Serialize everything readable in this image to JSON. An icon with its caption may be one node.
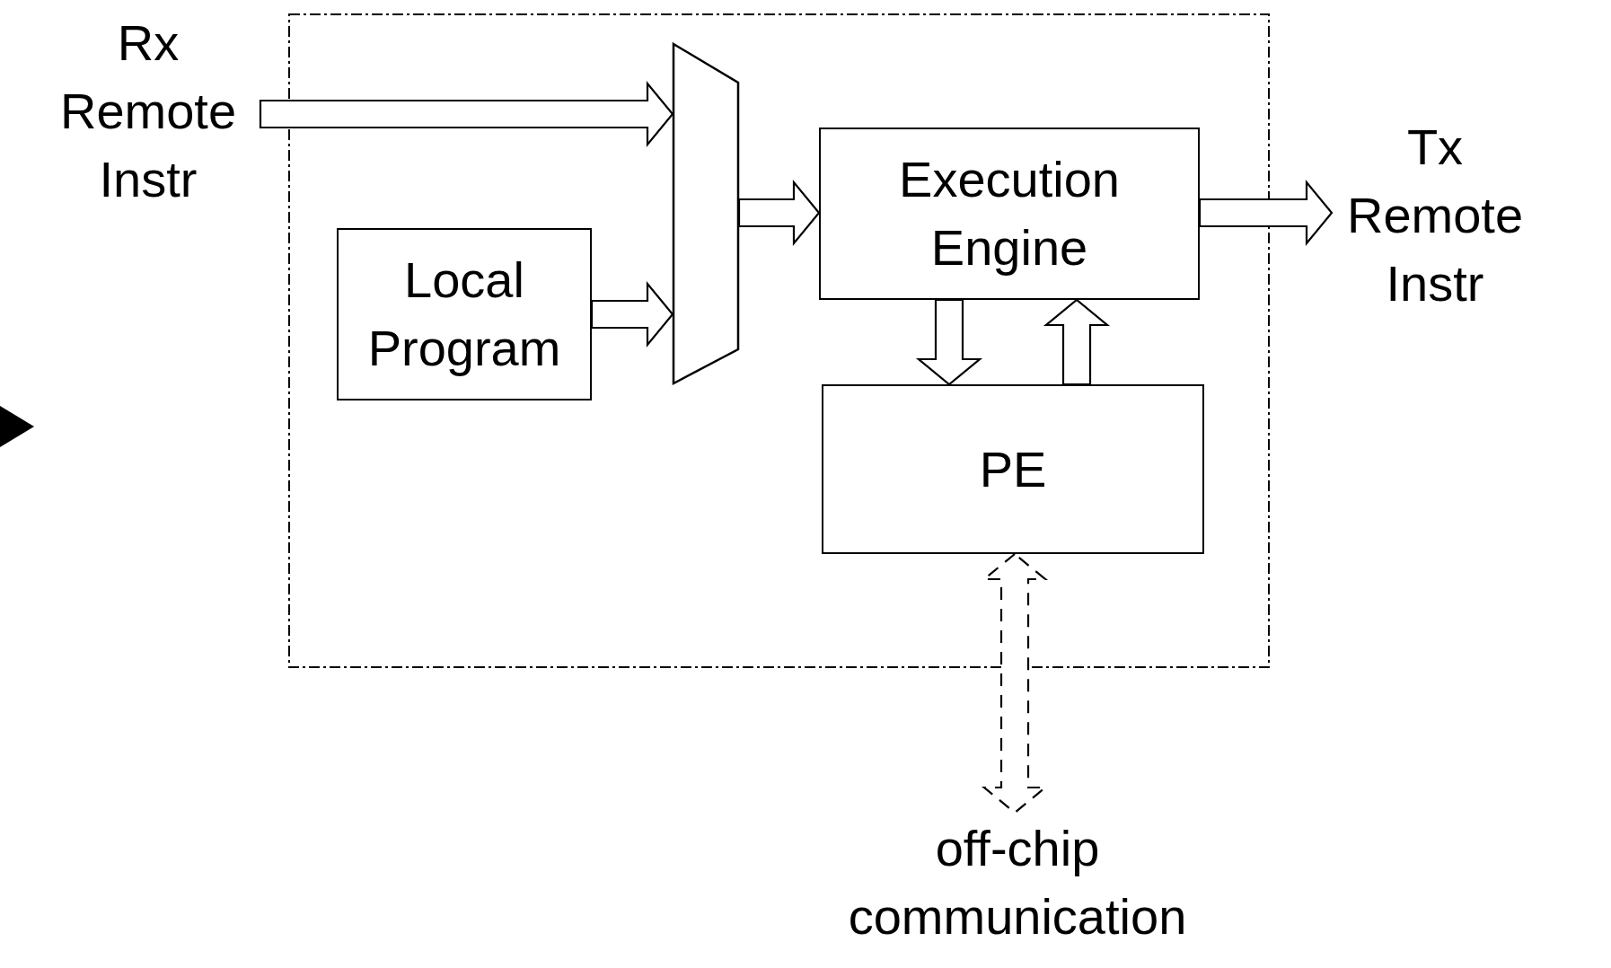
{
  "diagram": {
    "nodes": [
      {
        "text": [
          "Rx Remote Instr"
        ]
      },
      {
        "text": [],
        "shape": "box"
      },
      {
        "text": [],
        "shape": "trapezoid",
        "in": 1
      },
      {
        "text": [
          "Local Program"
        ],
        "in": 1
      },
      {
        "text": [
          "Execution Engine"
        ],
        "in": 1
      },
      {
        "text": [
          "PE"
        ],
        "in": 1
      },
      {
        "text": [
          "Tx Remote Instr"
        ]
      },
      {
        "text": [
          "off-chip communication"
        ]
      }
    ],
    "edges": [
      {
        "from": 0,
        "to": 2,
        "arrow": "to"
      },
      {
        "from": 3,
        "to": 2,
        "arrow": "to"
      },
      {
        "from": 2,
        "to": 4,
        "arrow": "to"
      },
      {
        "from": 4,
        "to": 5,
        "arrow": "to"
      },
      {
        "from": 5,
        "to": 4,
        "arrow": "to"
      },
      {
        "from": 4,
        "to": 6,
        "arrow": "to"
      },
      {
        "from": 5,
        "to": 7,
        "arrow": "both",
        "style": "dashed"
      }
    ]
  }
}
